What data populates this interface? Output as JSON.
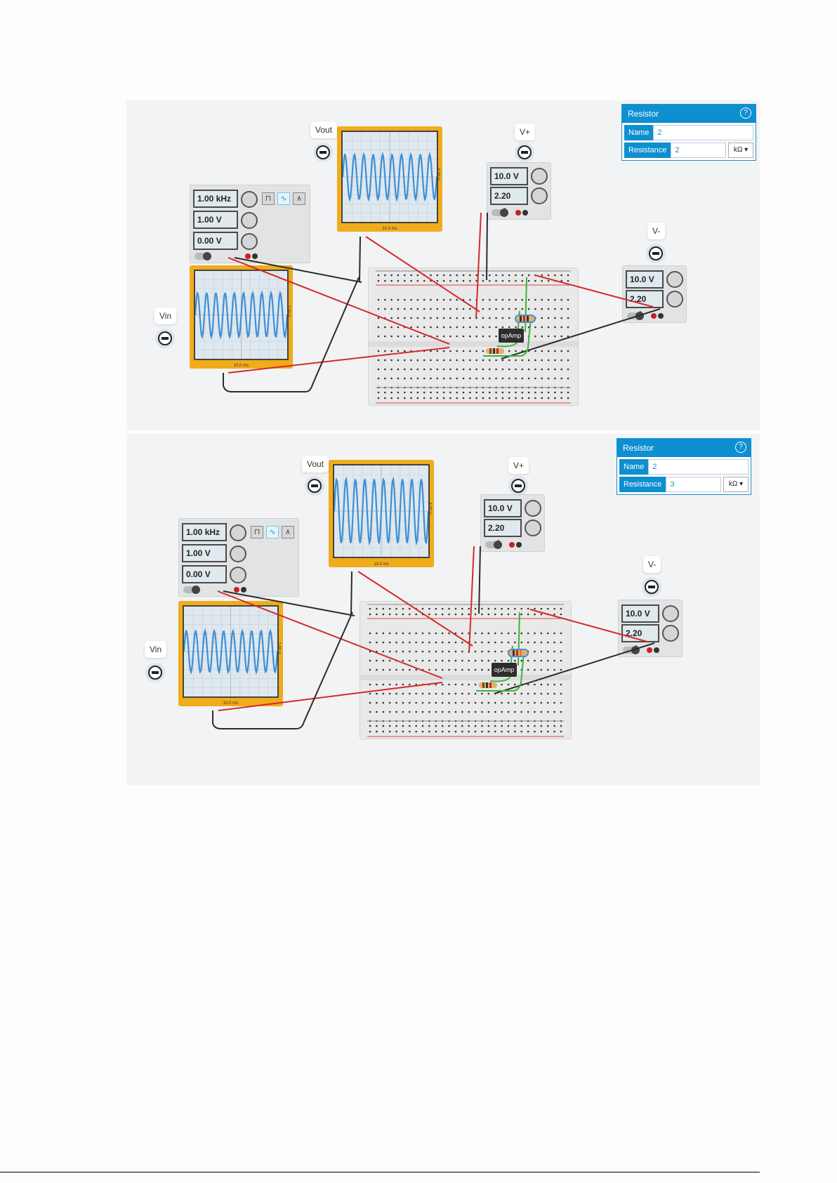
{
  "panels": [
    {
      "id": "panel1",
      "inspector": {
        "title": "Resistor",
        "help_icon": "question-icon",
        "name_label": "Name",
        "name_value": "2",
        "resistance_label": "Resistance",
        "resistance_value": "2",
        "unit": "kΩ ▾"
      },
      "labels": {
        "vout": "Vout",
        "vin": "Vin",
        "vplus": "V+",
        "vminus": "V-"
      },
      "function_generator": {
        "frequency": "1.00 kHz",
        "amplitude": "1.00 V",
        "offset": "0.00 V",
        "waveforms": [
          "square",
          "sine",
          "triangle"
        ],
        "selected_waveform": "sine"
      },
      "scope_out": {
        "time_per_div": "10.0 ms",
        "volts_per_div": "4.00 V",
        "cycles": 10,
        "amplitude_divs": 2.5
      },
      "scope_in": {
        "time_per_div": "10.0 ms",
        "volts_per_div": "2.00 V",
        "cycles": 10,
        "amplitude_divs": 2.5
      },
      "psu_plus": {
        "voltage": "10.0 V",
        "current": "2.20 mA"
      },
      "psu_minus": {
        "voltage": "10.0 V",
        "current": "2.20 mA"
      },
      "opamp_label": "opAmp"
    },
    {
      "id": "panel2",
      "inspector": {
        "title": "Resistor",
        "help_icon": "question-icon",
        "name_label": "Name",
        "name_value": "2",
        "resistance_label": "Resistance",
        "resistance_value": "3",
        "unit": "kΩ ▾"
      },
      "labels": {
        "vout": "Vout",
        "vin": "Vin",
        "vplus": "V+",
        "vminus": "V-"
      },
      "function_generator": {
        "frequency": "1.00 kHz",
        "amplitude": "1.00 V",
        "offset": "0.00 V",
        "waveforms": [
          "square",
          "sine",
          "triangle"
        ],
        "selected_waveform": "sine"
      },
      "scope_out": {
        "time_per_div": "10.0 ms",
        "volts_per_div": "4.00 V",
        "cycles": 10,
        "amplitude_divs": 3.5
      },
      "scope_in": {
        "time_per_div": "10.0 ms",
        "volts_per_div": "2.00 V",
        "cycles": 10,
        "amplitude_divs": 2.3
      },
      "psu_plus": {
        "voltage": "10.0 V",
        "current": "2.20 mA"
      },
      "psu_minus": {
        "voltage": "10.0 V",
        "current": "2.20 mA"
      },
      "opamp_label": "opAmp"
    }
  ],
  "colors": {
    "accent": "#0e8fd0",
    "scope_frame": "#f0ac1a",
    "trace": "#3d8fd6",
    "wire_red": "#d42a2a",
    "wire_black": "#2b2b2b",
    "wire_green": "#3ab53a"
  }
}
